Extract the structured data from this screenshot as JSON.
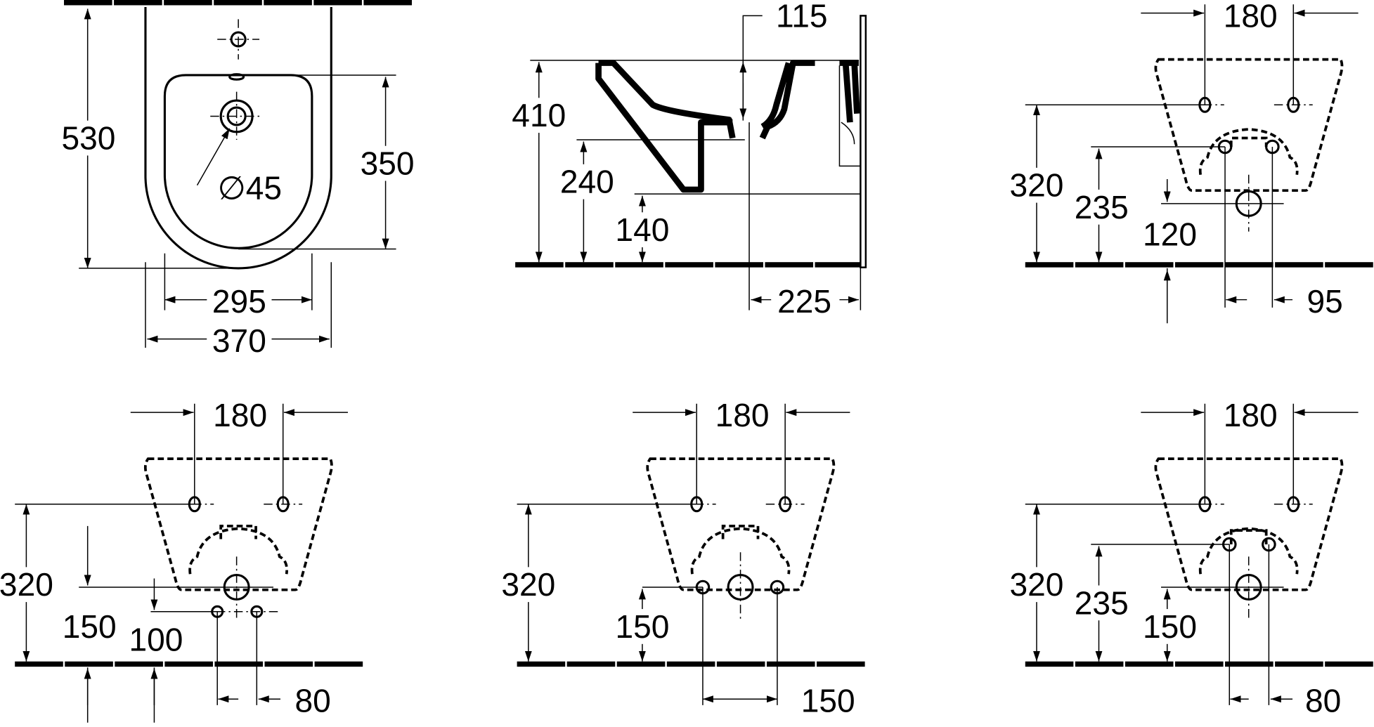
{
  "colors": {
    "line": "#000000",
    "background": "#ffffff"
  },
  "top_view": {
    "depth": "530",
    "bowl_depth": "350",
    "bowl_width": "295",
    "total_width": "370",
    "drain_diameter": "∅45"
  },
  "side_view": {
    "height": "410",
    "inlet_height": "240",
    "bottom_height": "140",
    "drain_offset": "115",
    "wall_distance": "225"
  },
  "rear_views": [
    {
      "fixing_spacing": "180",
      "fixing_height": "320",
      "supply_height": "235",
      "drain_height": "120",
      "supply_spacing": "95"
    },
    {
      "fixing_spacing": "180",
      "fixing_height": "320",
      "drain_height": "150",
      "supply_height": "100",
      "supply_spacing": "80"
    },
    {
      "fixing_spacing": "180",
      "fixing_height": "320",
      "drain_height": "150",
      "supply_spacing": "150"
    },
    {
      "fixing_spacing": "180",
      "fixing_height": "320",
      "supply_height": "235",
      "drain_height": "150",
      "supply_spacing": "80"
    }
  ]
}
